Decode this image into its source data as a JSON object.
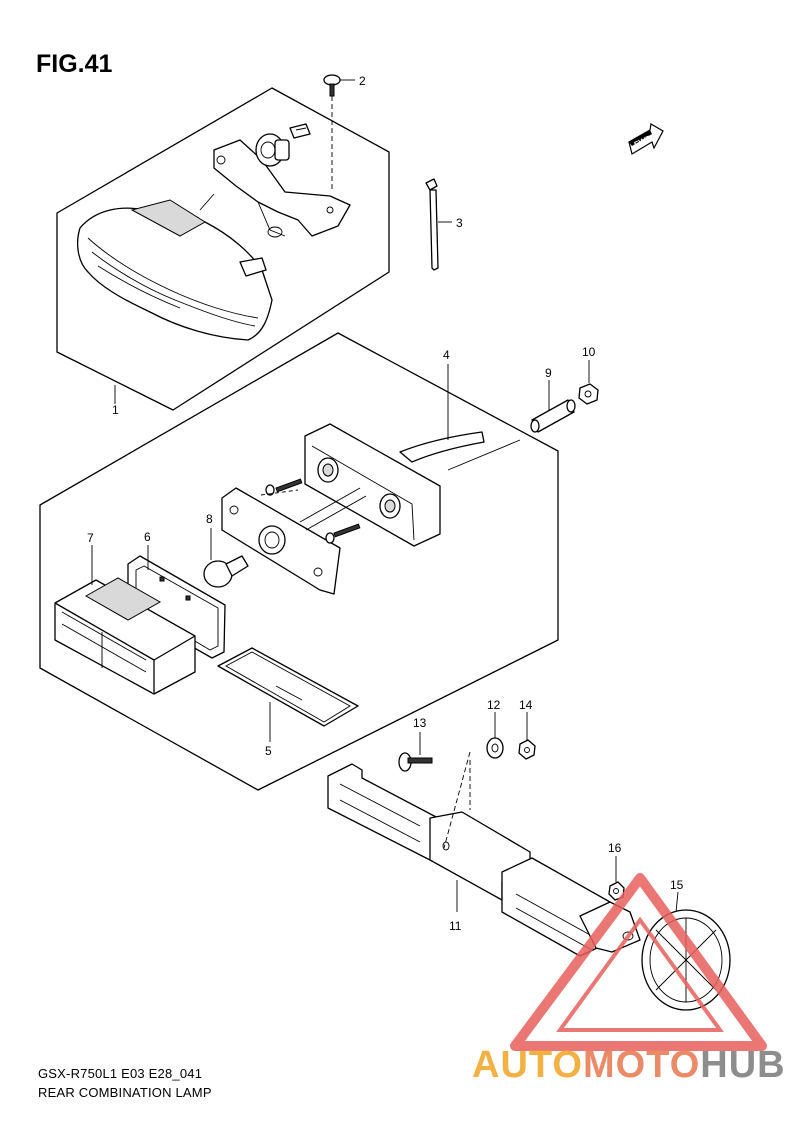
{
  "figure": {
    "title": "FIG.41"
  },
  "direction_badge": {
    "label": "FWD"
  },
  "callouts": {
    "p1": "1",
    "p2": "2",
    "p3": "3",
    "p4": "4",
    "p5": "5",
    "p6": "6",
    "p7": "7",
    "p8": "8",
    "p9": "9",
    "p10": "10",
    "p11": "11",
    "p12": "12",
    "p13": "13",
    "p14": "14",
    "p15": "15",
    "p16": "16"
  },
  "footer": {
    "model_code": "GSX-R750L1 E03 E28_041",
    "section_name": "REAR COMBINATION LAMP"
  },
  "watermark": {
    "part1": "AUTO",
    "part2": "MOTO",
    "part3": "HUB",
    "colors": {
      "auto": "#f3b043",
      "moto": "#ea8a67",
      "hub": "#8d8d8d",
      "logo": "#e8605c"
    }
  }
}
